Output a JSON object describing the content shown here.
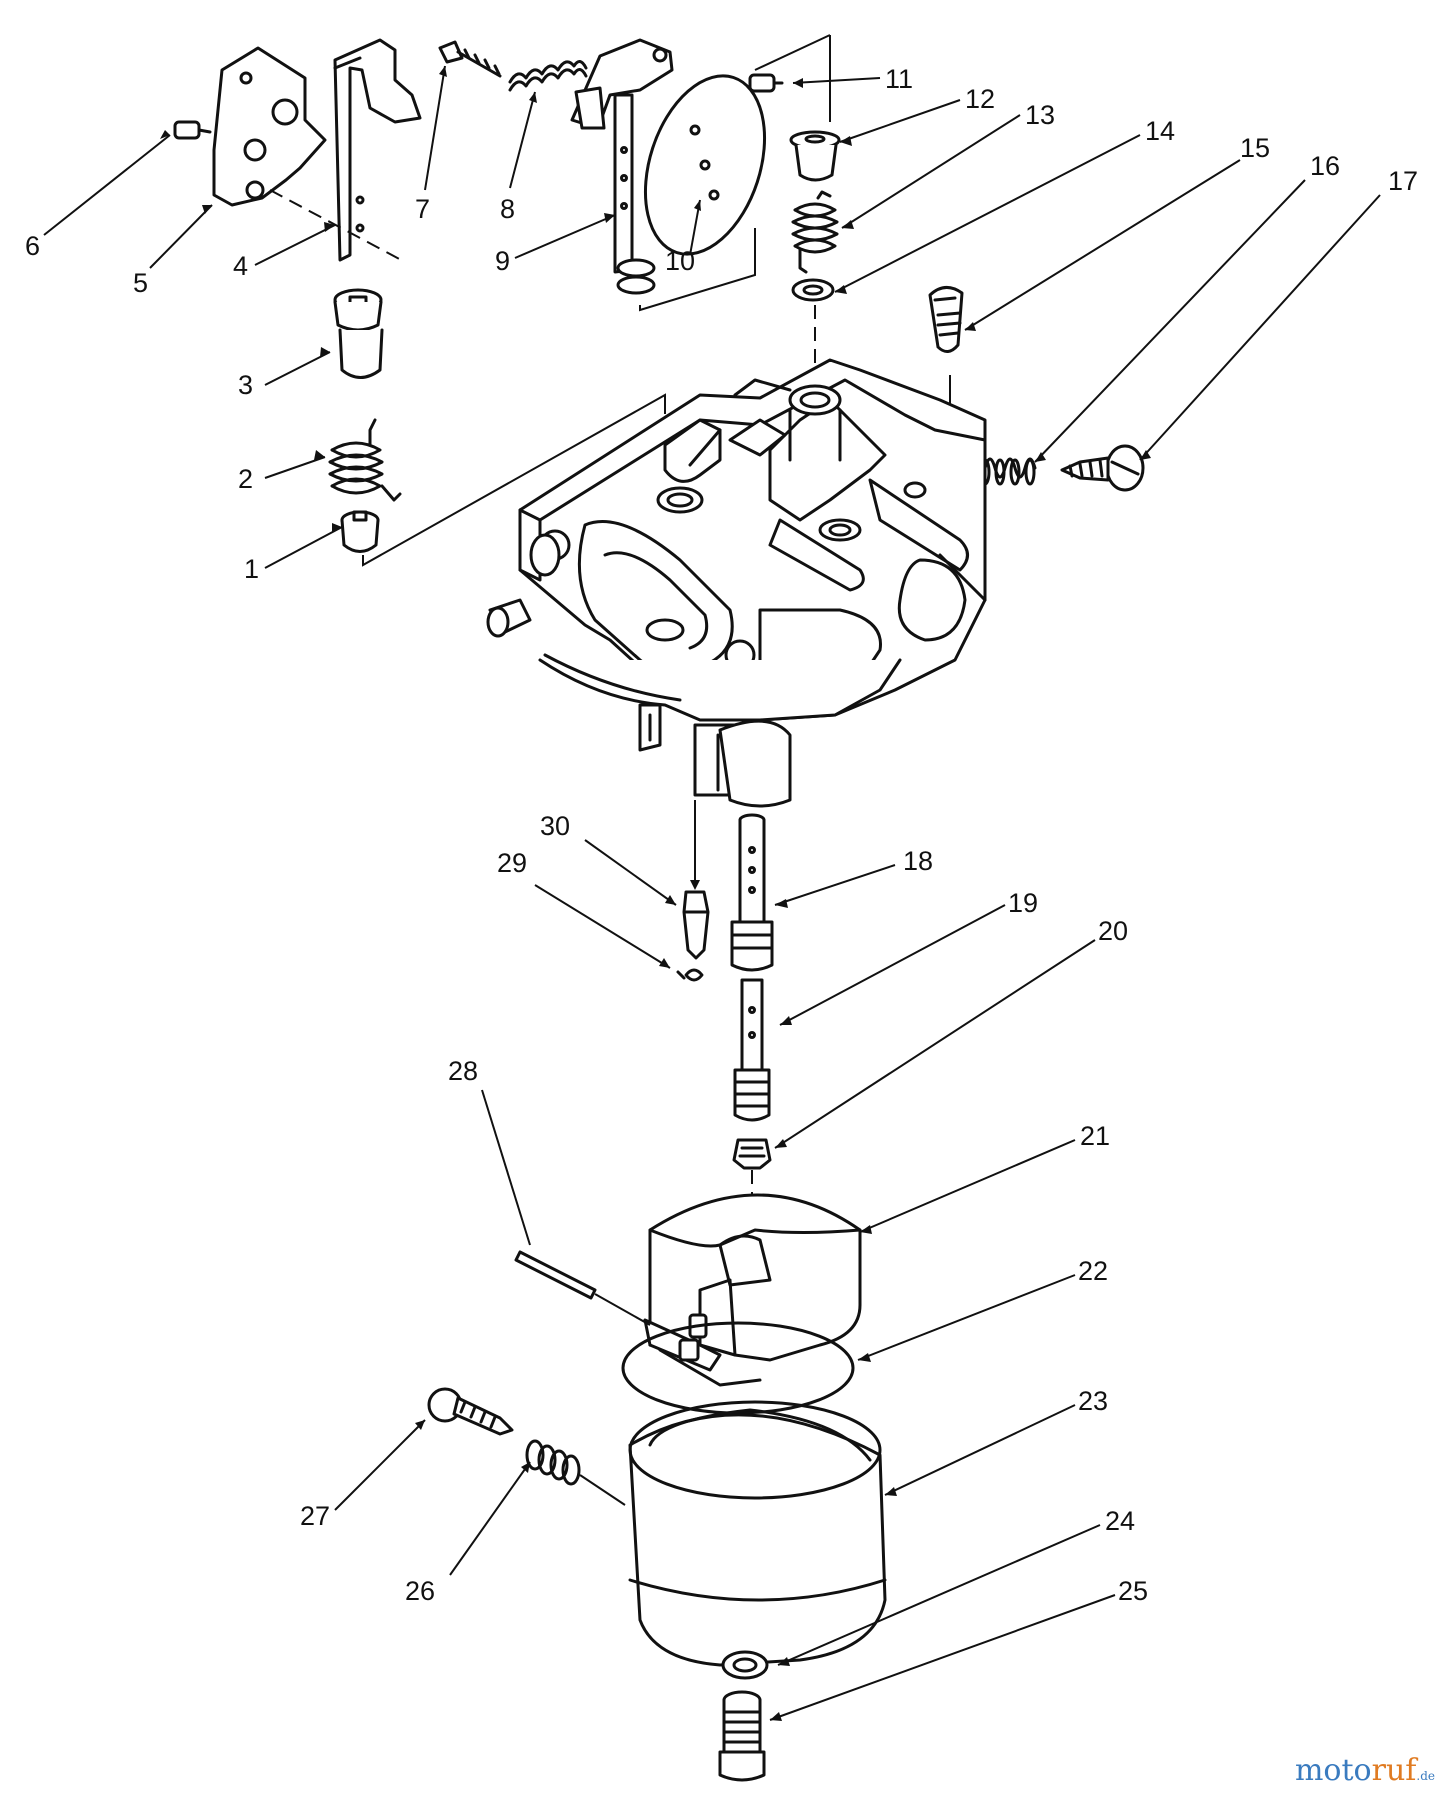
{
  "diagram": {
    "labels": [
      "1",
      "2",
      "3",
      "4",
      "5",
      "6",
      "7",
      "8",
      "9",
      "10",
      "11",
      "12",
      "13",
      "14",
      "15",
      "16",
      "17",
      "18",
      "19",
      "20",
      "21",
      "22",
      "23",
      "24",
      "25",
      "26",
      "27",
      "28",
      "29",
      "30"
    ]
  },
  "watermark": {
    "part1": "moto",
    "part2": "ruf",
    "tld": ".de"
  }
}
